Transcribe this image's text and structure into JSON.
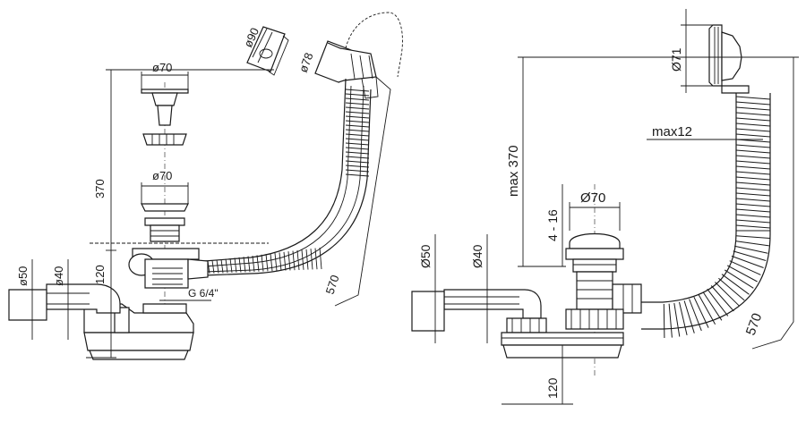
{
  "left_view": {
    "dim_d70_top": "ø70",
    "dim_d70_mid": "ø70",
    "dim_d90": "ø90",
    "dim_d78": "ø78",
    "dim_370": "370",
    "dim_120": "120",
    "dim_d50": "ø50",
    "dim_d40": "ø40",
    "dim_thread": "G 6/4\"",
    "dim_570": "570"
  },
  "right_view": {
    "dim_d71": "Ø71",
    "dim_max12": "max12",
    "dim_max370": "max 370",
    "dim_d70": "Ø70",
    "dim_4_16": "4 - 16",
    "dim_d50": "Ø50",
    "dim_d40": "Ø40",
    "dim_570": "570",
    "dim_120": "120"
  }
}
